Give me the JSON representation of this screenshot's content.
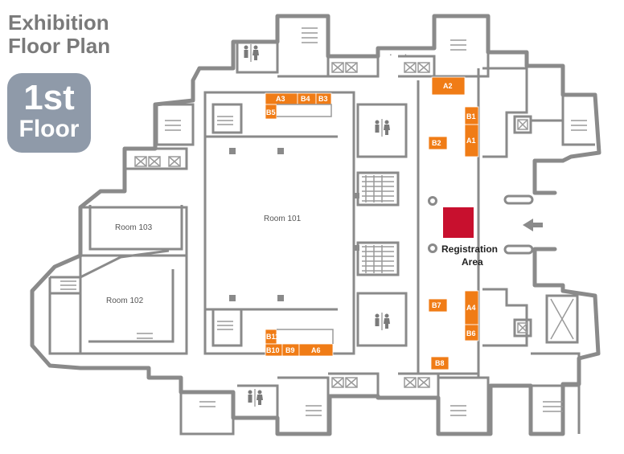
{
  "title": {
    "line1": "Exhibition",
    "line2": "Floor Plan"
  },
  "floor": {
    "number": "1st",
    "word": "Floor"
  },
  "rooms": [
    {
      "id": "room-101",
      "label": "Room 101"
    },
    {
      "id": "room-102",
      "label": "Room 102"
    },
    {
      "id": "room-103",
      "label": "Room 103"
    }
  ],
  "registration": {
    "line1": "Registration",
    "line2": "Area"
  },
  "booths": [
    "A1",
    "A2",
    "A3",
    "A4",
    "A6",
    "B1",
    "B2",
    "B3",
    "B4",
    "B5",
    "B6",
    "B7",
    "B8",
    "B9",
    "B10",
    "B11"
  ],
  "colors": {
    "booth": "#f07c16",
    "registration": "#c8102e",
    "walls": "#8a8a8a",
    "badge": "#8f9aa9"
  },
  "icons": [
    "restroom-icon",
    "elevator-icon",
    "stairs-icon",
    "arrow-left-icon"
  ]
}
